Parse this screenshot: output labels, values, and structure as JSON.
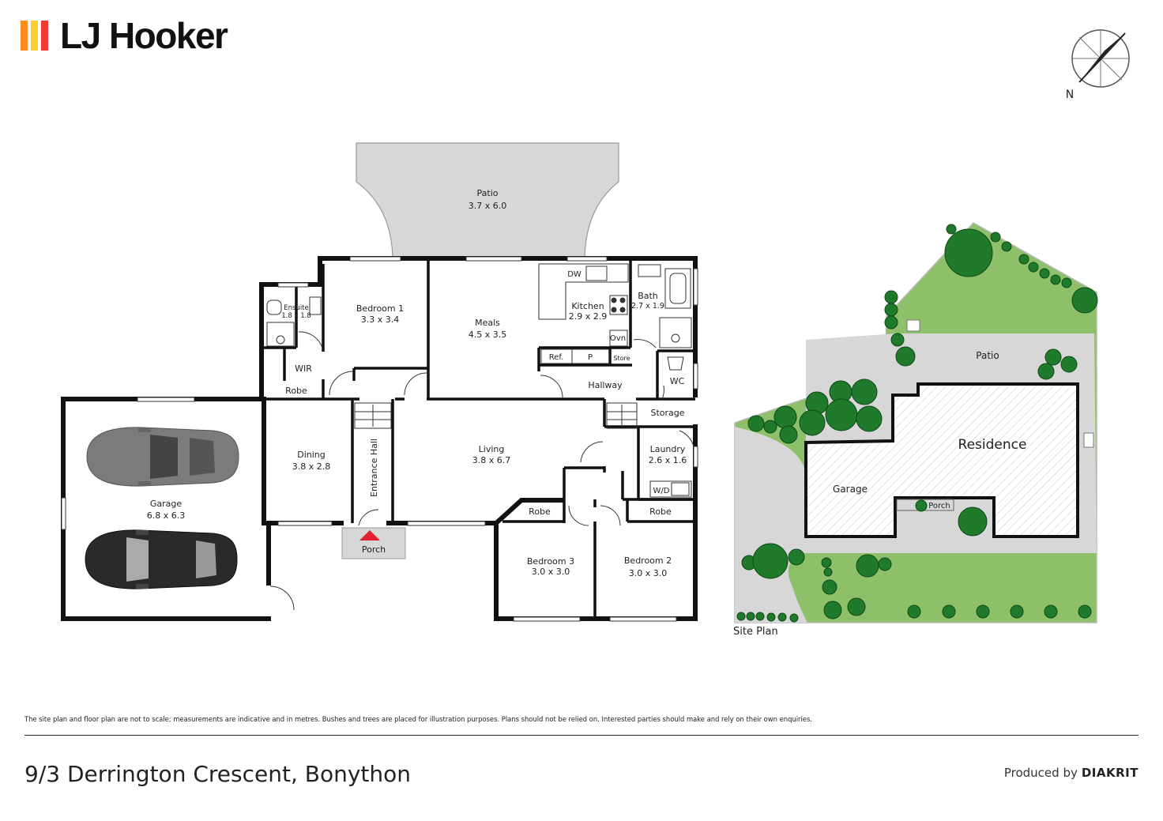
{
  "brand": {
    "name": "LJ Hooker",
    "colors": [
      "#ff8a1e",
      "#ffcc2a",
      "#ef3b33"
    ]
  },
  "compass": {
    "label": "N"
  },
  "floor_plan": {
    "rooms": {
      "patio": {
        "name": "Patio",
        "size": "3.7 x 6.0"
      },
      "bedroom1": {
        "name": "Bedroom 1",
        "size": "3.3 x 3.4"
      },
      "meals": {
        "name": "Meals",
        "size": "4.5 x 3.5"
      },
      "kitchen": {
        "name": "Kitchen",
        "size": "2.9 x 2.9"
      },
      "bath": {
        "name": "Bath",
        "size": "2.7 x 1.9"
      },
      "ensuite": {
        "name": "Ensuite",
        "size": "1.8 x 1.8"
      },
      "dining": {
        "name": "Dining",
        "size": "3.8 x 2.8"
      },
      "living": {
        "name": "Living",
        "size": "3.8 x 6.7"
      },
      "laundry": {
        "name": "Laundry",
        "size": "2.6 x 1.6"
      },
      "garage": {
        "name": "Garage",
        "size": "6.8 x 6.3"
      },
      "bedroom3": {
        "name": "Bedroom 3",
        "size": "3.0 x 3.0"
      },
      "bedroom2": {
        "name": "Bedroom 2",
        "size": "3.0 x 3.0"
      }
    },
    "labels": {
      "dw": "DW",
      "ovn": "Ovn",
      "ref": "Ref.",
      "pantry": "P",
      "store": "Store",
      "hallway": "Hallway",
      "wc": "WC",
      "storage": "Storage",
      "wd": "W/D",
      "wir": "WIR",
      "robe_bed1": "Robe",
      "robe_bed3": "Robe",
      "robe_bed2": "Robe",
      "entrance_hall": "Entrance Hall",
      "porch": "Porch"
    }
  },
  "site_plan": {
    "title": "Site Plan",
    "labels": {
      "patio": "Patio",
      "residence": "Residence",
      "garage": "Garage",
      "porch": "Porch"
    },
    "colors": {
      "lawn": "#8dc068",
      "tree": "#1f7a2c",
      "paving": "#d7d7d7"
    }
  },
  "footer": {
    "disclaimer": "The site plan and floor plan are not to scale; measurements are indicative and in metres. Bushes and trees are placed for illustration purposes. Plans should not be relied on. Interested parties should make and rely on their own enquiries.",
    "address": "9/3 Derrington Crescent, Bonython",
    "producer_prefix": "Produced by",
    "producer_brand": "DIAKRIT"
  }
}
